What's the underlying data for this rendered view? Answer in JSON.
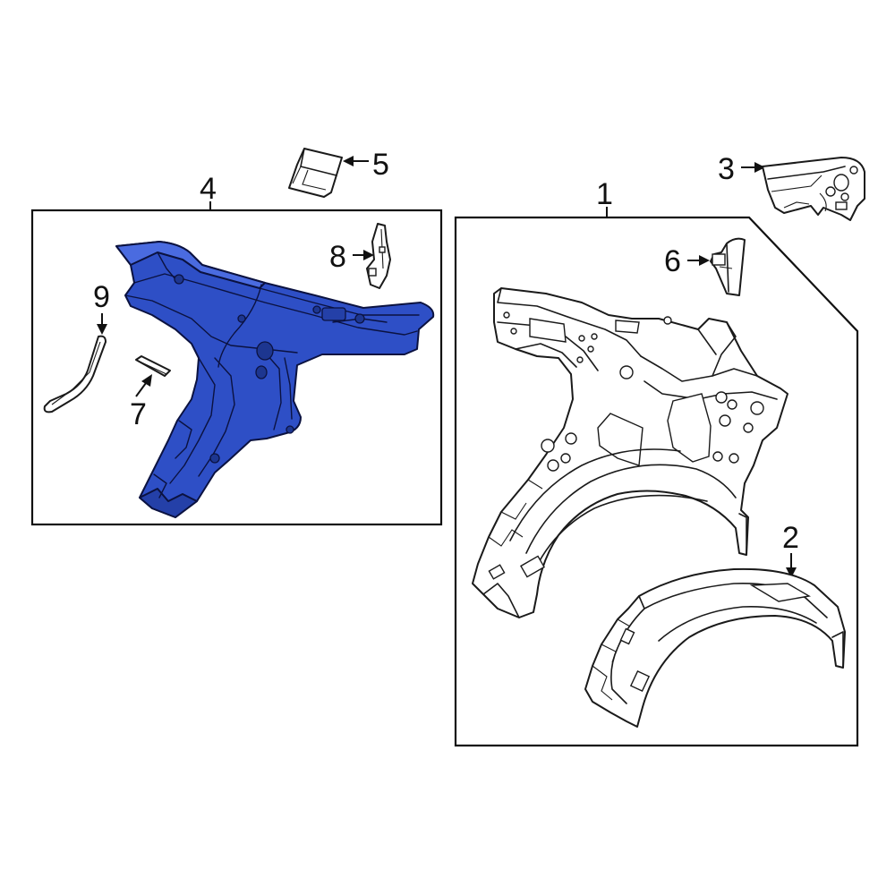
{
  "diagram": {
    "callouts": [
      {
        "id": "1",
        "text": "1"
      },
      {
        "id": "2",
        "text": "2"
      },
      {
        "id": "3",
        "text": "3"
      },
      {
        "id": "4",
        "text": "4"
      },
      {
        "id": "5",
        "text": "5"
      },
      {
        "id": "6",
        "text": "6"
      },
      {
        "id": "7",
        "text": "7"
      },
      {
        "id": "8",
        "text": "8"
      },
      {
        "id": "9",
        "text": "9"
      }
    ],
    "colors": {
      "highlight": "#2e4fc6",
      "highlight_shade": "#2440a8",
      "highlight_light": "#4a6be0",
      "outline": "#1a1a1a"
    }
  }
}
